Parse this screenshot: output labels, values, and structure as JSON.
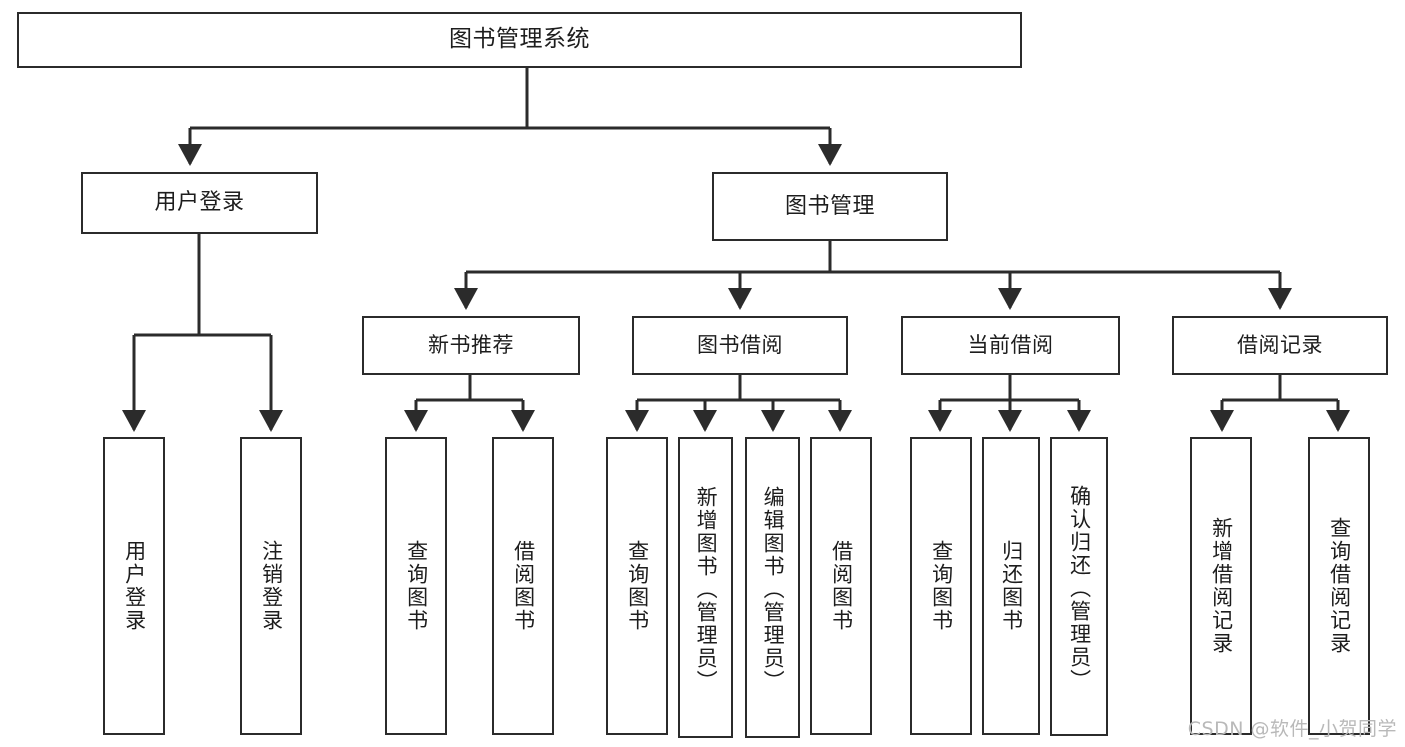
{
  "diagram": {
    "type": "tree",
    "title": "图书管理系统",
    "colors": {
      "stroke": "#2b2b2b",
      "box_fill": "#ffffff",
      "text": "#1d1d1d",
      "background": "#ffffff",
      "watermark": "#b9b9b9"
    },
    "watermark": "CSDN @软件_小贺同学",
    "root": {
      "label": "图书管理系统"
    },
    "level1": [
      {
        "label": "用户登录"
      },
      {
        "label": "图书管理"
      }
    ],
    "level2": [
      {
        "label": "新书推荐"
      },
      {
        "label": "图书借阅"
      },
      {
        "label": "当前借阅"
      },
      {
        "label": "借阅记录"
      }
    ],
    "leaves": {
      "user_login": [
        {
          "label": "用户登录"
        },
        {
          "label": "注销登录"
        }
      ],
      "new_book": [
        {
          "label": "查询图书"
        },
        {
          "label": "借阅图书"
        }
      ],
      "borrow_book": [
        {
          "label": "查询图书"
        },
        {
          "label": "新增图书（管理员）"
        },
        {
          "label": "编辑图书（管理员）"
        },
        {
          "label": "借阅图书"
        }
      ],
      "current_borrow": [
        {
          "label": "查询图书"
        },
        {
          "label": "归还图书"
        },
        {
          "label": "确认归还（管理员）"
        }
      ],
      "borrow_record": [
        {
          "label": "新增借阅记录"
        },
        {
          "label": "查询借阅记录"
        }
      ]
    }
  }
}
